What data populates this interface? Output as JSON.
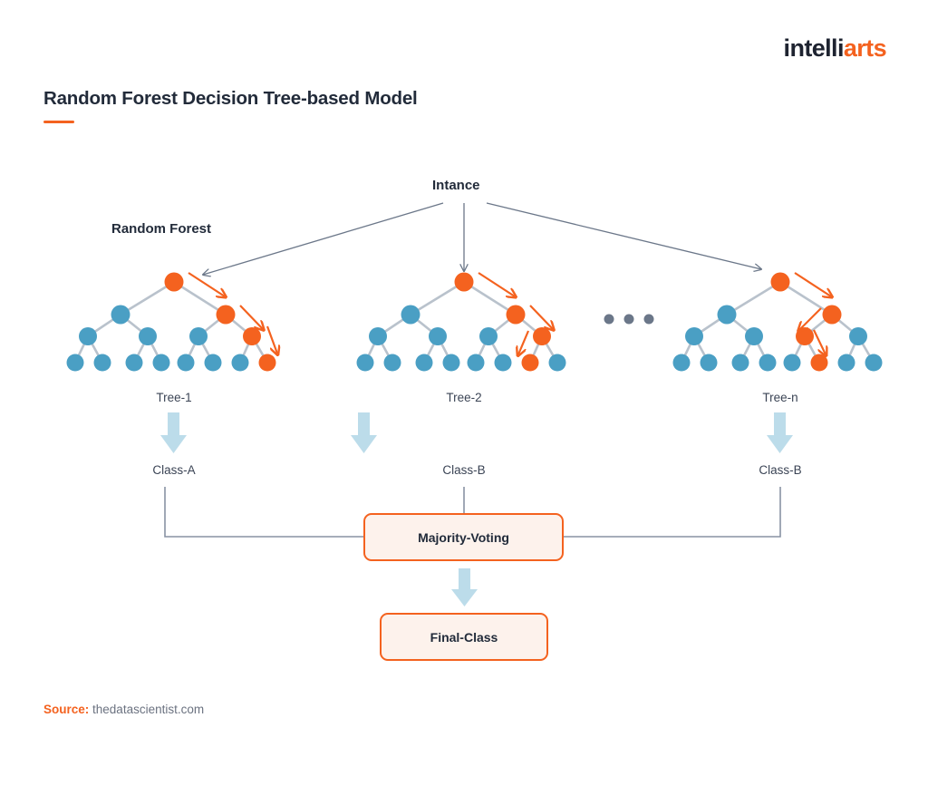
{
  "brand": {
    "name_part1": "intelli",
    "name_part2": "arts"
  },
  "header": {
    "title": "Random Forest Decision Tree-based Model"
  },
  "diagram": {
    "instance_label": "Intance",
    "group_label": "Random Forest",
    "ellipsis": "•  •  •",
    "trees": [
      {
        "name": "Tree-1",
        "class_label": "Class-A"
      },
      {
        "name": "Tree-2",
        "class_label": "Class-B"
      },
      {
        "name": "Tree-n",
        "class_label": "Class-B"
      }
    ],
    "voting_box": "Majority-Voting",
    "final_box": "Final-Class"
  },
  "footer": {
    "source_key": "Source:",
    "source_value": "thedatascientist.com"
  },
  "colors": {
    "orange": "#f4621f",
    "node_blue": "#4a9fc4",
    "edge_gray": "#b9c2cc",
    "arrow_gray": "#6b7789",
    "arrow_lightblue": "#bcdcea",
    "box_fill": "#fdf2ec",
    "text_dark": "#222b3a",
    "text_muted": "#6b7280"
  },
  "chart_data": {
    "type": "diagram",
    "title": "Random Forest Decision Tree-based Model",
    "description": "Ensemble diagram: one instance is routed through three decision trees; each tree outputs a class; majority voting produces the final class.",
    "nodes_per_tree": {
      "depth": 4,
      "level_counts": [
        1,
        2,
        4,
        8
      ]
    },
    "tree_paths": [
      {
        "tree": "Tree-1",
        "highlighted": [
          "root",
          "right",
          "right-right",
          "leaf-8"
        ],
        "output": "Class-A"
      },
      {
        "tree": "Tree-2",
        "highlighted": [
          "root",
          "right",
          "right-right",
          "leaf-7"
        ],
        "output": "Class-B"
      },
      {
        "tree": "Tree-n",
        "highlighted": [
          "root",
          "right",
          "right-left",
          "leaf-6"
        ],
        "output": "Class-B"
      }
    ],
    "aggregation": "Majority-Voting",
    "final_output": "Final-Class"
  }
}
